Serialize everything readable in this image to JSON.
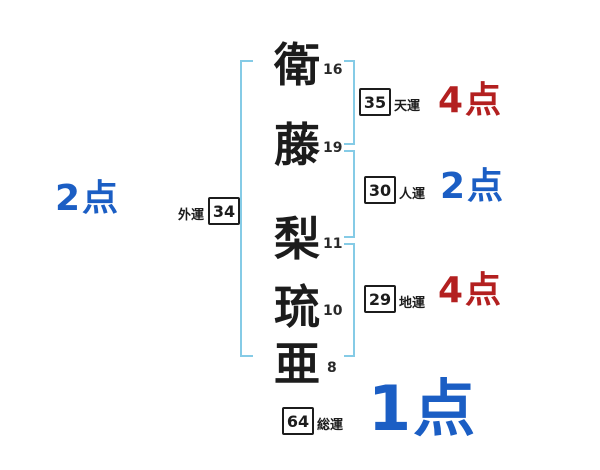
{
  "name_chars": [
    {
      "char": "衛",
      "strokes": "16"
    },
    {
      "char": "藤",
      "strokes": "19"
    },
    {
      "char": "梨",
      "strokes": "11"
    },
    {
      "char": "琉",
      "strokes": "10"
    },
    {
      "char": "亜",
      "strokes": "8"
    }
  ],
  "fortunes": {
    "heaven": {
      "value": "35",
      "label": "天運",
      "score": "4点",
      "score_color": "red"
    },
    "person": {
      "value": "30",
      "label": "人運",
      "score": "2点",
      "score_color": "blue"
    },
    "earth": {
      "value": "29",
      "label": "地運",
      "score": "4点",
      "score_color": "red"
    },
    "outer": {
      "value": "34",
      "label": "外運",
      "score": "2点",
      "score_color": "blue"
    },
    "total": {
      "value": "64",
      "label": "総運",
      "score": "1点",
      "score_color": "blue"
    }
  },
  "colors": {
    "score_red": "#b32020",
    "score_blue": "#1b5ec4",
    "bracket_blue": "#85cbe6",
    "ink": "#1c1c1c"
  }
}
